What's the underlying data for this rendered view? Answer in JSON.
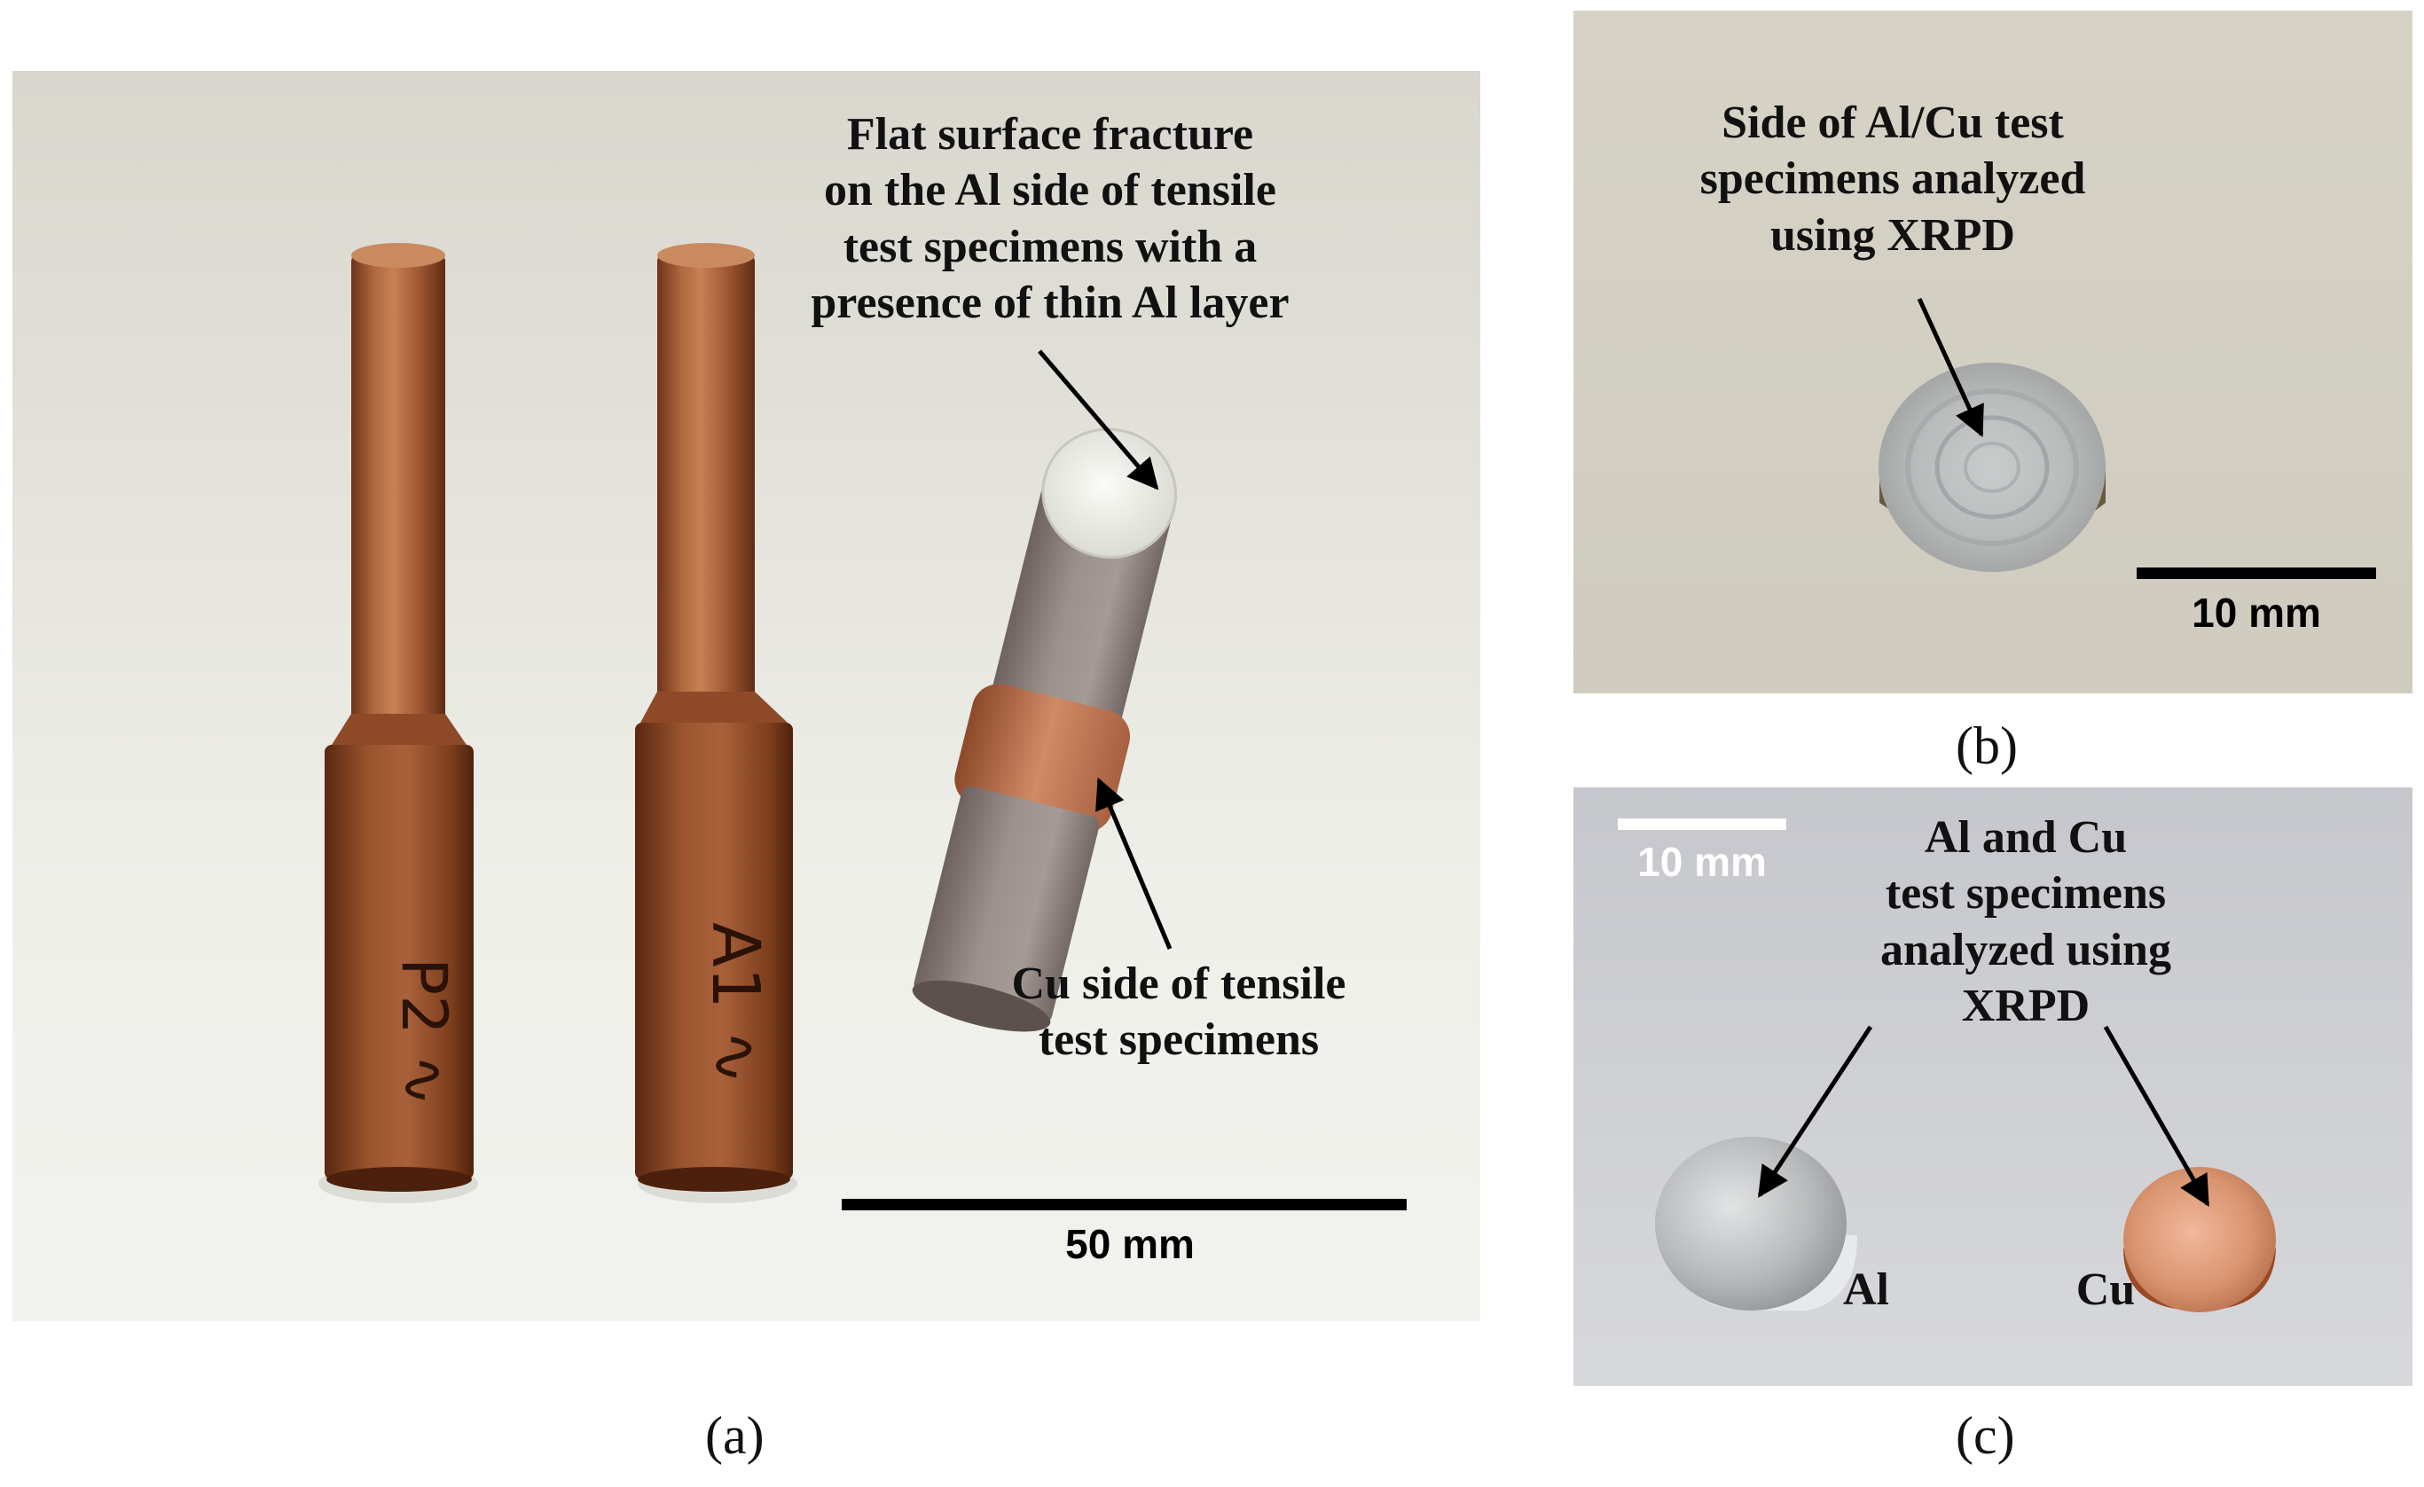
{
  "panel_a": {
    "annotation_top": "Flat surface fracture\non the Al side of tensile\ntest specimens with a\npresence of thin Al layer",
    "annotation_bottom": "Cu side of tensile\ntest specimens",
    "scale_label": "50 mm",
    "caption": "(a)"
  },
  "panel_b": {
    "annotation": "Side of Al/Cu test\nspecimens analyzed\nusing XRPD",
    "scale_label": "10 mm",
    "caption": "(b)"
  },
  "panel_c": {
    "annotation": "Al and Cu\ntest specimens\nanalyzed using\nXRPD",
    "scale_label": "10 mm",
    "label_al": "Al",
    "label_cu": "Cu",
    "caption": "(c)"
  },
  "colors": {
    "copper": "#b0643a",
    "copper_dark": "#7a3d1e",
    "aluminium": "#b7b8b5",
    "scale_bar_dark": "#000000",
    "scale_bar_light": "#ffffff"
  }
}
